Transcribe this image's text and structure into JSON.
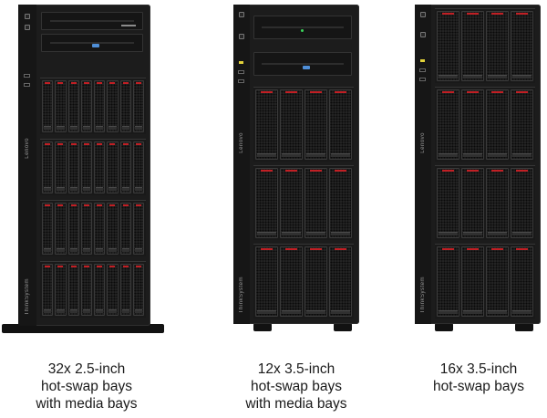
{
  "colors": {
    "chassis": "#1c1c1c",
    "latch": "#c11f24",
    "media_button": "#4f8fd8",
    "status_led": "#3bd35a",
    "id_led": "#e2d23a"
  },
  "icons": {
    "drive_bay": "hot-swap-drive-bay-icon",
    "optical_drive": "optical-drive-icon",
    "power_button": "power-button-icon"
  },
  "servers": [
    {
      "brand_upper": "Lenovo",
      "brand_lower": "ThinkSystem",
      "caption": [
        "32x 2.5-inch",
        "hot-swap bays",
        "with media bays"
      ]
    },
    {
      "brand_upper": "Lenovo",
      "brand_lower": "ThinkSystem",
      "caption": [
        "12x 3.5-inch",
        "hot-swap bays",
        "with media bays"
      ]
    },
    {
      "brand_upper": "Lenovo",
      "brand_lower": "ThinkSystem",
      "caption": [
        "16x 3.5-inch",
        "hot-swap bays"
      ]
    }
  ]
}
